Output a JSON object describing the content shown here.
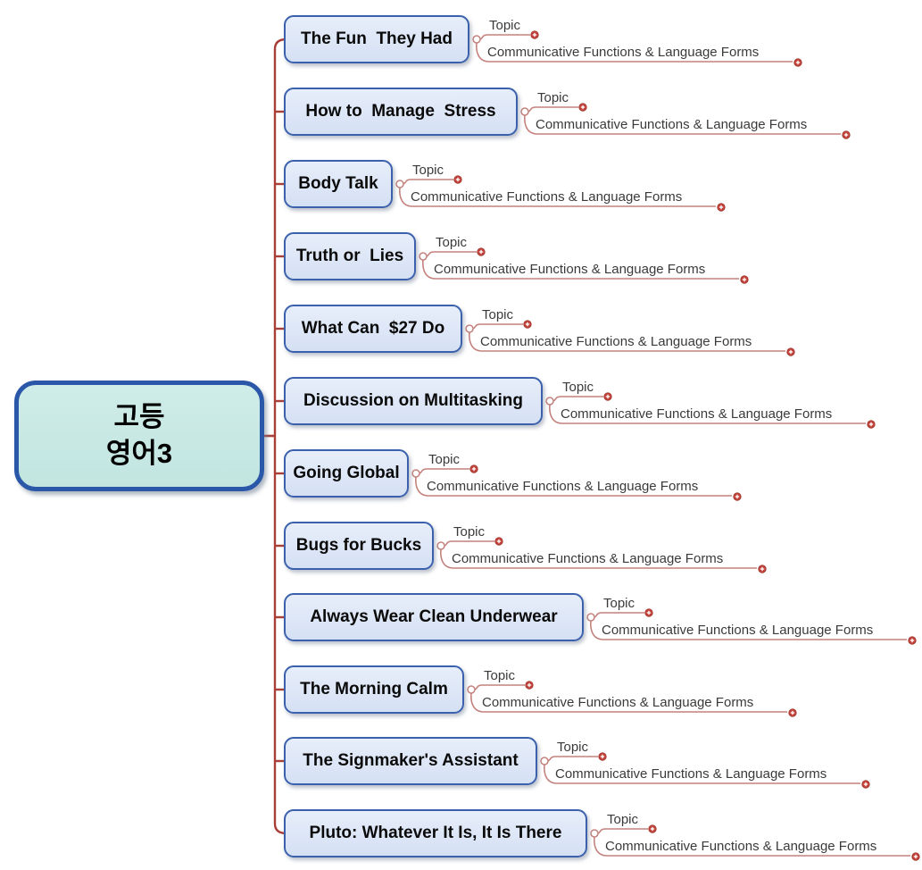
{
  "root": {
    "title": "고등\n영어3"
  },
  "branches": [
    {
      "title": "The Fun  They Had",
      "subtopics": [
        "Topic",
        "Communicative Functions & Language Forms"
      ]
    },
    {
      "title": "How to  Manage  Stress",
      "subtopics": [
        "Topic",
        "Communicative Functions & Language Forms"
      ]
    },
    {
      "title": "Body Talk",
      "subtopics": [
        "Topic",
        "Communicative Functions & Language Forms"
      ]
    },
    {
      "title": "Truth or  Lies",
      "subtopics": [
        "Topic",
        "Communicative Functions & Language Forms"
      ]
    },
    {
      "title": "What Can  $27 Do",
      "subtopics": [
        "Topic",
        "Communicative Functions & Language Forms"
      ]
    },
    {
      "title": "Discussion on Multitasking",
      "subtopics": [
        "Topic",
        "Communicative Functions & Language Forms"
      ]
    },
    {
      "title": "Going Global",
      "subtopics": [
        "Topic",
        "Communicative Functions & Language Forms"
      ]
    },
    {
      "title": "Bugs for Bucks",
      "subtopics": [
        "Topic",
        "Communicative Functions & Language Forms"
      ]
    },
    {
      "title": "Always Wear Clean Underwear",
      "subtopics": [
        "Topic",
        "Communicative Functions & Language Forms"
      ]
    },
    {
      "title": "The Morning Calm",
      "subtopics": [
        "Topic",
        "Communicative Functions & Language Forms"
      ]
    },
    {
      "title": "The Signmaker's Assistant",
      "subtopics": [
        "Topic",
        "Communicative Functions & Language Forms"
      ]
    },
    {
      "title": "Pluto: Whatever It Is, It Is There",
      "subtopics": [
        "Topic",
        "Communicative Functions & Language Forms"
      ]
    }
  ],
  "colors": {
    "central_fill": "#c7e8e3",
    "central_border": "#2b57a8",
    "branch_fill": "#dce6f5",
    "branch_border": "#3b61ad",
    "trunk_line": "#a84038",
    "subtopic_line": "#c4827e",
    "expand_marker": "#c0423a",
    "label_text": "#3a3a3a",
    "title_text": "#000000"
  },
  "icons": {
    "expand_marker": "plus-circle",
    "junction": "open-circle"
  }
}
